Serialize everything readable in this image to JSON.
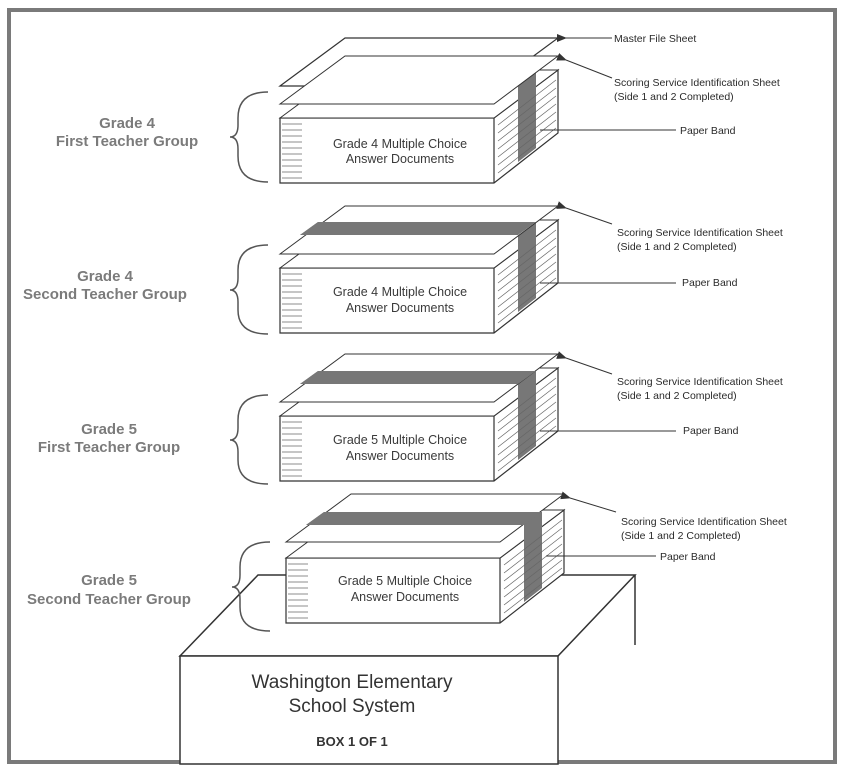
{
  "colors": {
    "band": "#777777",
    "ink": "#333333",
    "group_label": "#7b7b7b",
    "frame": "#7a7a7a"
  },
  "groups": [
    {
      "grade": "Grade 4",
      "group": "First Teacher Group",
      "stack_line1": "Grade 4 Multiple Choice",
      "stack_line2": "Answer Documents"
    },
    {
      "grade": "Grade 4",
      "group": "Second Teacher Group",
      "stack_line1": "Grade 4 Multiple Choice",
      "stack_line2": "Answer Documents"
    },
    {
      "grade": "Grade 5",
      "group": "First Teacher Group",
      "stack_line1": "Grade 5 Multiple Choice",
      "stack_line2": "Answer Documents"
    },
    {
      "grade": "Grade 5",
      "group": "Second Teacher Group",
      "stack_line1": "Grade 5 Multiple Choice",
      "stack_line2": "Answer Documents"
    }
  ],
  "callouts": {
    "master_file_sheet": "Master File Sheet",
    "id_sheet_line1": "Scoring Service Identification Sheet",
    "id_sheet_line2": "(Side 1 and 2 Completed)",
    "paper_band": "Paper Band"
  },
  "box": {
    "line1": "Washington Elementary",
    "line2": "School System",
    "label": "BOX 1 OF 1"
  }
}
